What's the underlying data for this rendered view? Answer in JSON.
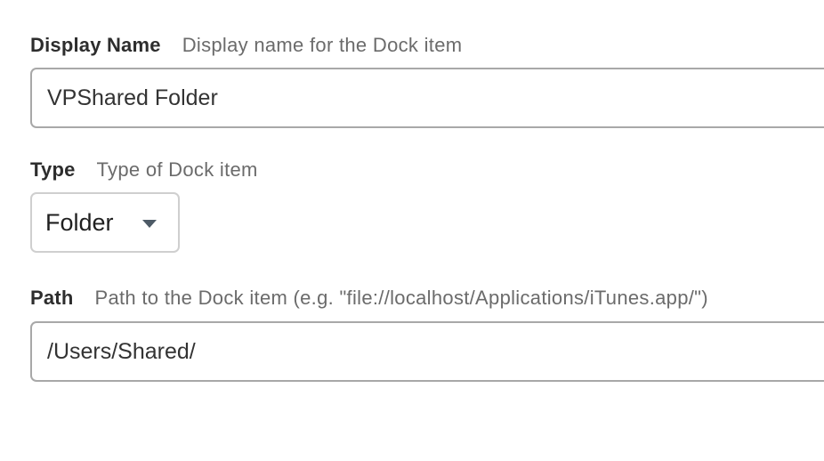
{
  "display_name": {
    "label": "Display Name",
    "description": "Display name for the Dock item",
    "value": "VPShared Folder"
  },
  "type": {
    "label": "Type",
    "description": "Type of Dock item",
    "selected": "Folder",
    "caret_icon": "triangle-down-icon"
  },
  "path": {
    "label": "Path",
    "description": "Path to the Dock item (e.g. \"file://localhost/Applications/iTunes.app/\")",
    "value": "/Users/Shared/"
  }
}
